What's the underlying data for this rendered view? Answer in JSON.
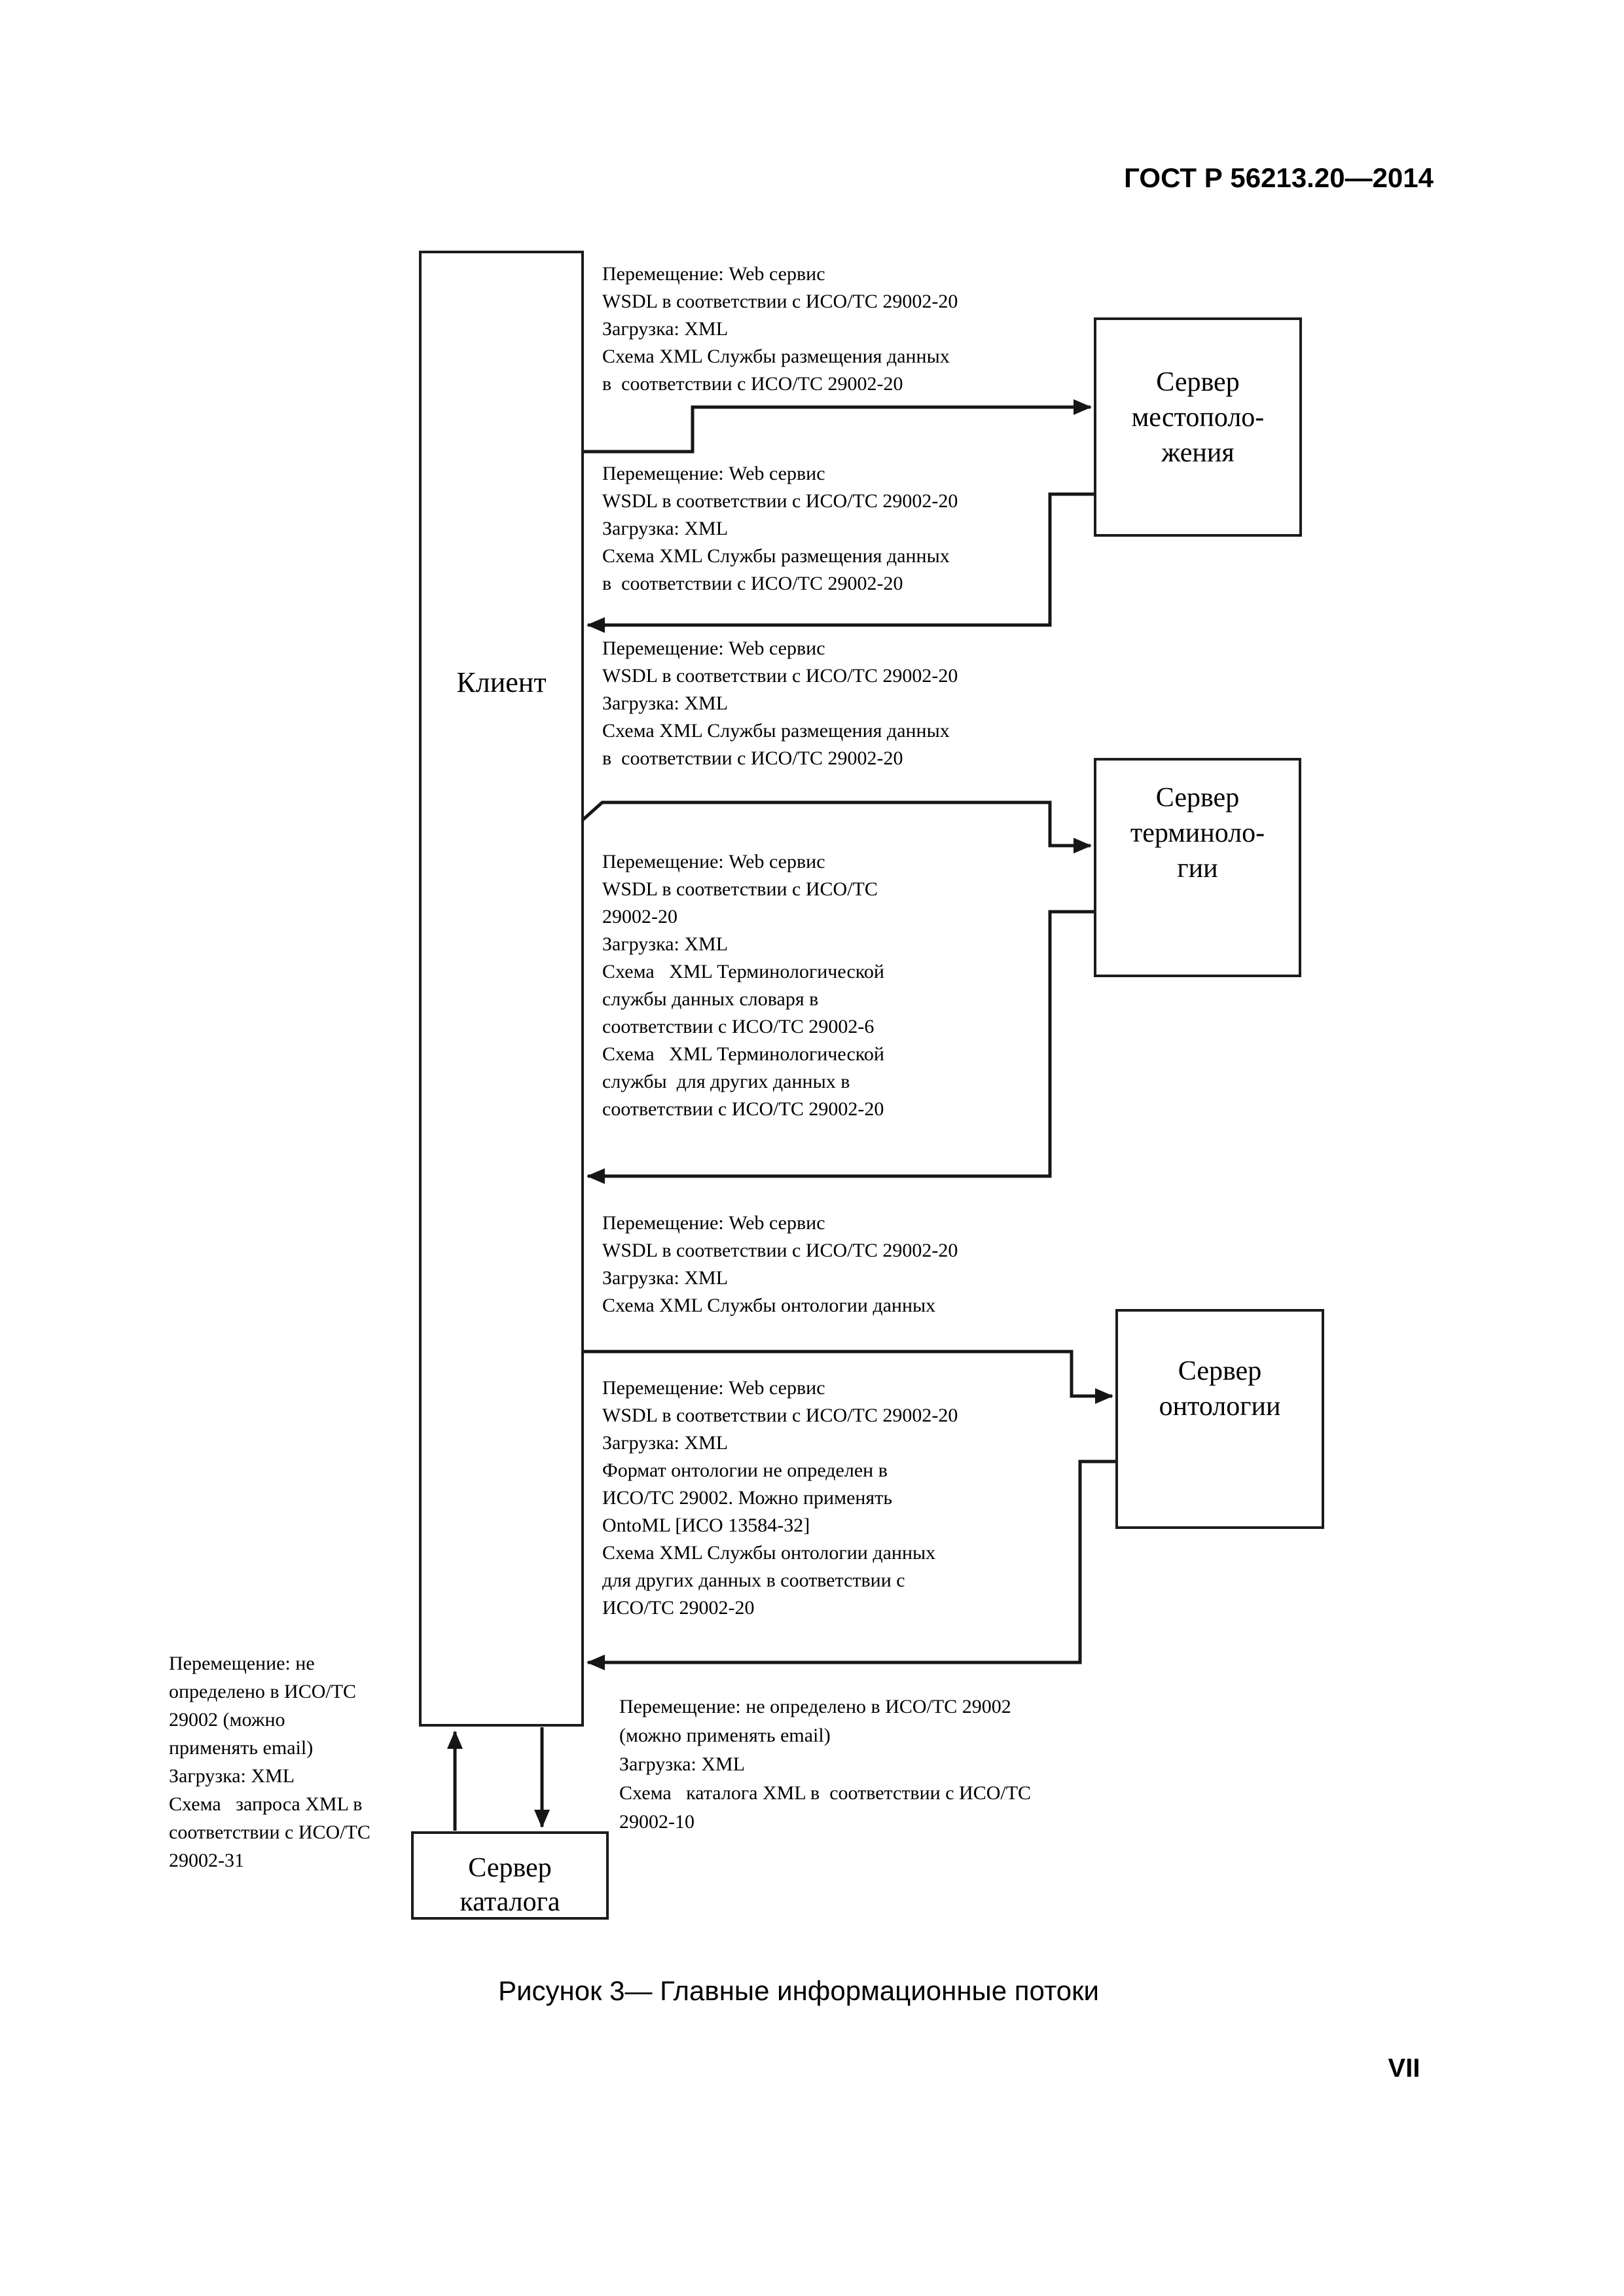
{
  "page": {
    "header": "ГОСТ Р 56213.20—2014",
    "caption": "Рисунок 3— Главные информационные потоки",
    "page_number": "VII"
  },
  "nodes": {
    "client": "Клиент",
    "location_server": "Сервер\nместополо-\nжения",
    "terminology_server": "Сервер\nтерминоло-\nгии",
    "ontology_server": "Сервер\nонтологии",
    "catalog_server": "Сервер\nкаталога"
  },
  "flow_labels": {
    "location_request": "Перемещение: Web сервис\nWSDL в соответствии с ИСО/ТС 29002-20\nЗагрузка: XML\nСхема XML Службы размещения данных\nв  соответствии с ИСО/ТС 29002-20",
    "location_response": "Перемещение: Web сервис\nWSDL в соответствии с ИСО/ТС 29002-20\nЗагрузка: XML\nСхема XML Службы размещения данных\nв  соответствии с ИСО/ТС 29002-20",
    "terminology_request": "Перемещение: Web сервис\nWSDL в соответствии с ИСО/ТС 29002-20\nЗагрузка: XML\nСхема XML Службы размещения данных\nв  соответствии с ИСО/ТС 29002-20",
    "terminology_response": "Перемещение: Web сервис\nWSDL в соответствии с ИСО/ТС\n29002-20\nЗагрузка: XML\nСхема   XML Терминологической\nслужбы данных словаря в\nсоответствии с ИСО/ТС 29002-6\nСхема   XML Терминологической\nслужбы  для других данных в\nсоответствии с ИСО/ТС 29002-20",
    "ontology_request": "Перемещение: Web сервис\nWSDL в соответствии с ИСО/ТС 29002-20\nЗагрузка: XML\nСхема XML Службы онтологии данных",
    "ontology_response": "Перемещение: Web сервис\nWSDL в соответствии с ИСО/ТС 29002-20\nЗагрузка: XML\nФормат онтологии не определен в\nИСО/ТС 29002. Можно применять\nOntoML [ИСО 13584-32]\nСхема XML Службы онтологии данных\nдля других данных в соответствии с\nИСО/ТС 29002-20",
    "catalog_request": "Перемещение: не\nопределено в ИСО/ТС\n29002 (можно\nприменять email)\nЗагрузка: XML\nСхема   запроса XML в\nсоответствии с ИСО/ТС\n29002-31",
    "catalog_response": "Перемещение: не определено в ИСО/ТС 29002\n(можно применять email)\nЗагрузка: XML\nСхема   каталога XML в  соответствии с ИСО/ТС\n29002-10"
  }
}
